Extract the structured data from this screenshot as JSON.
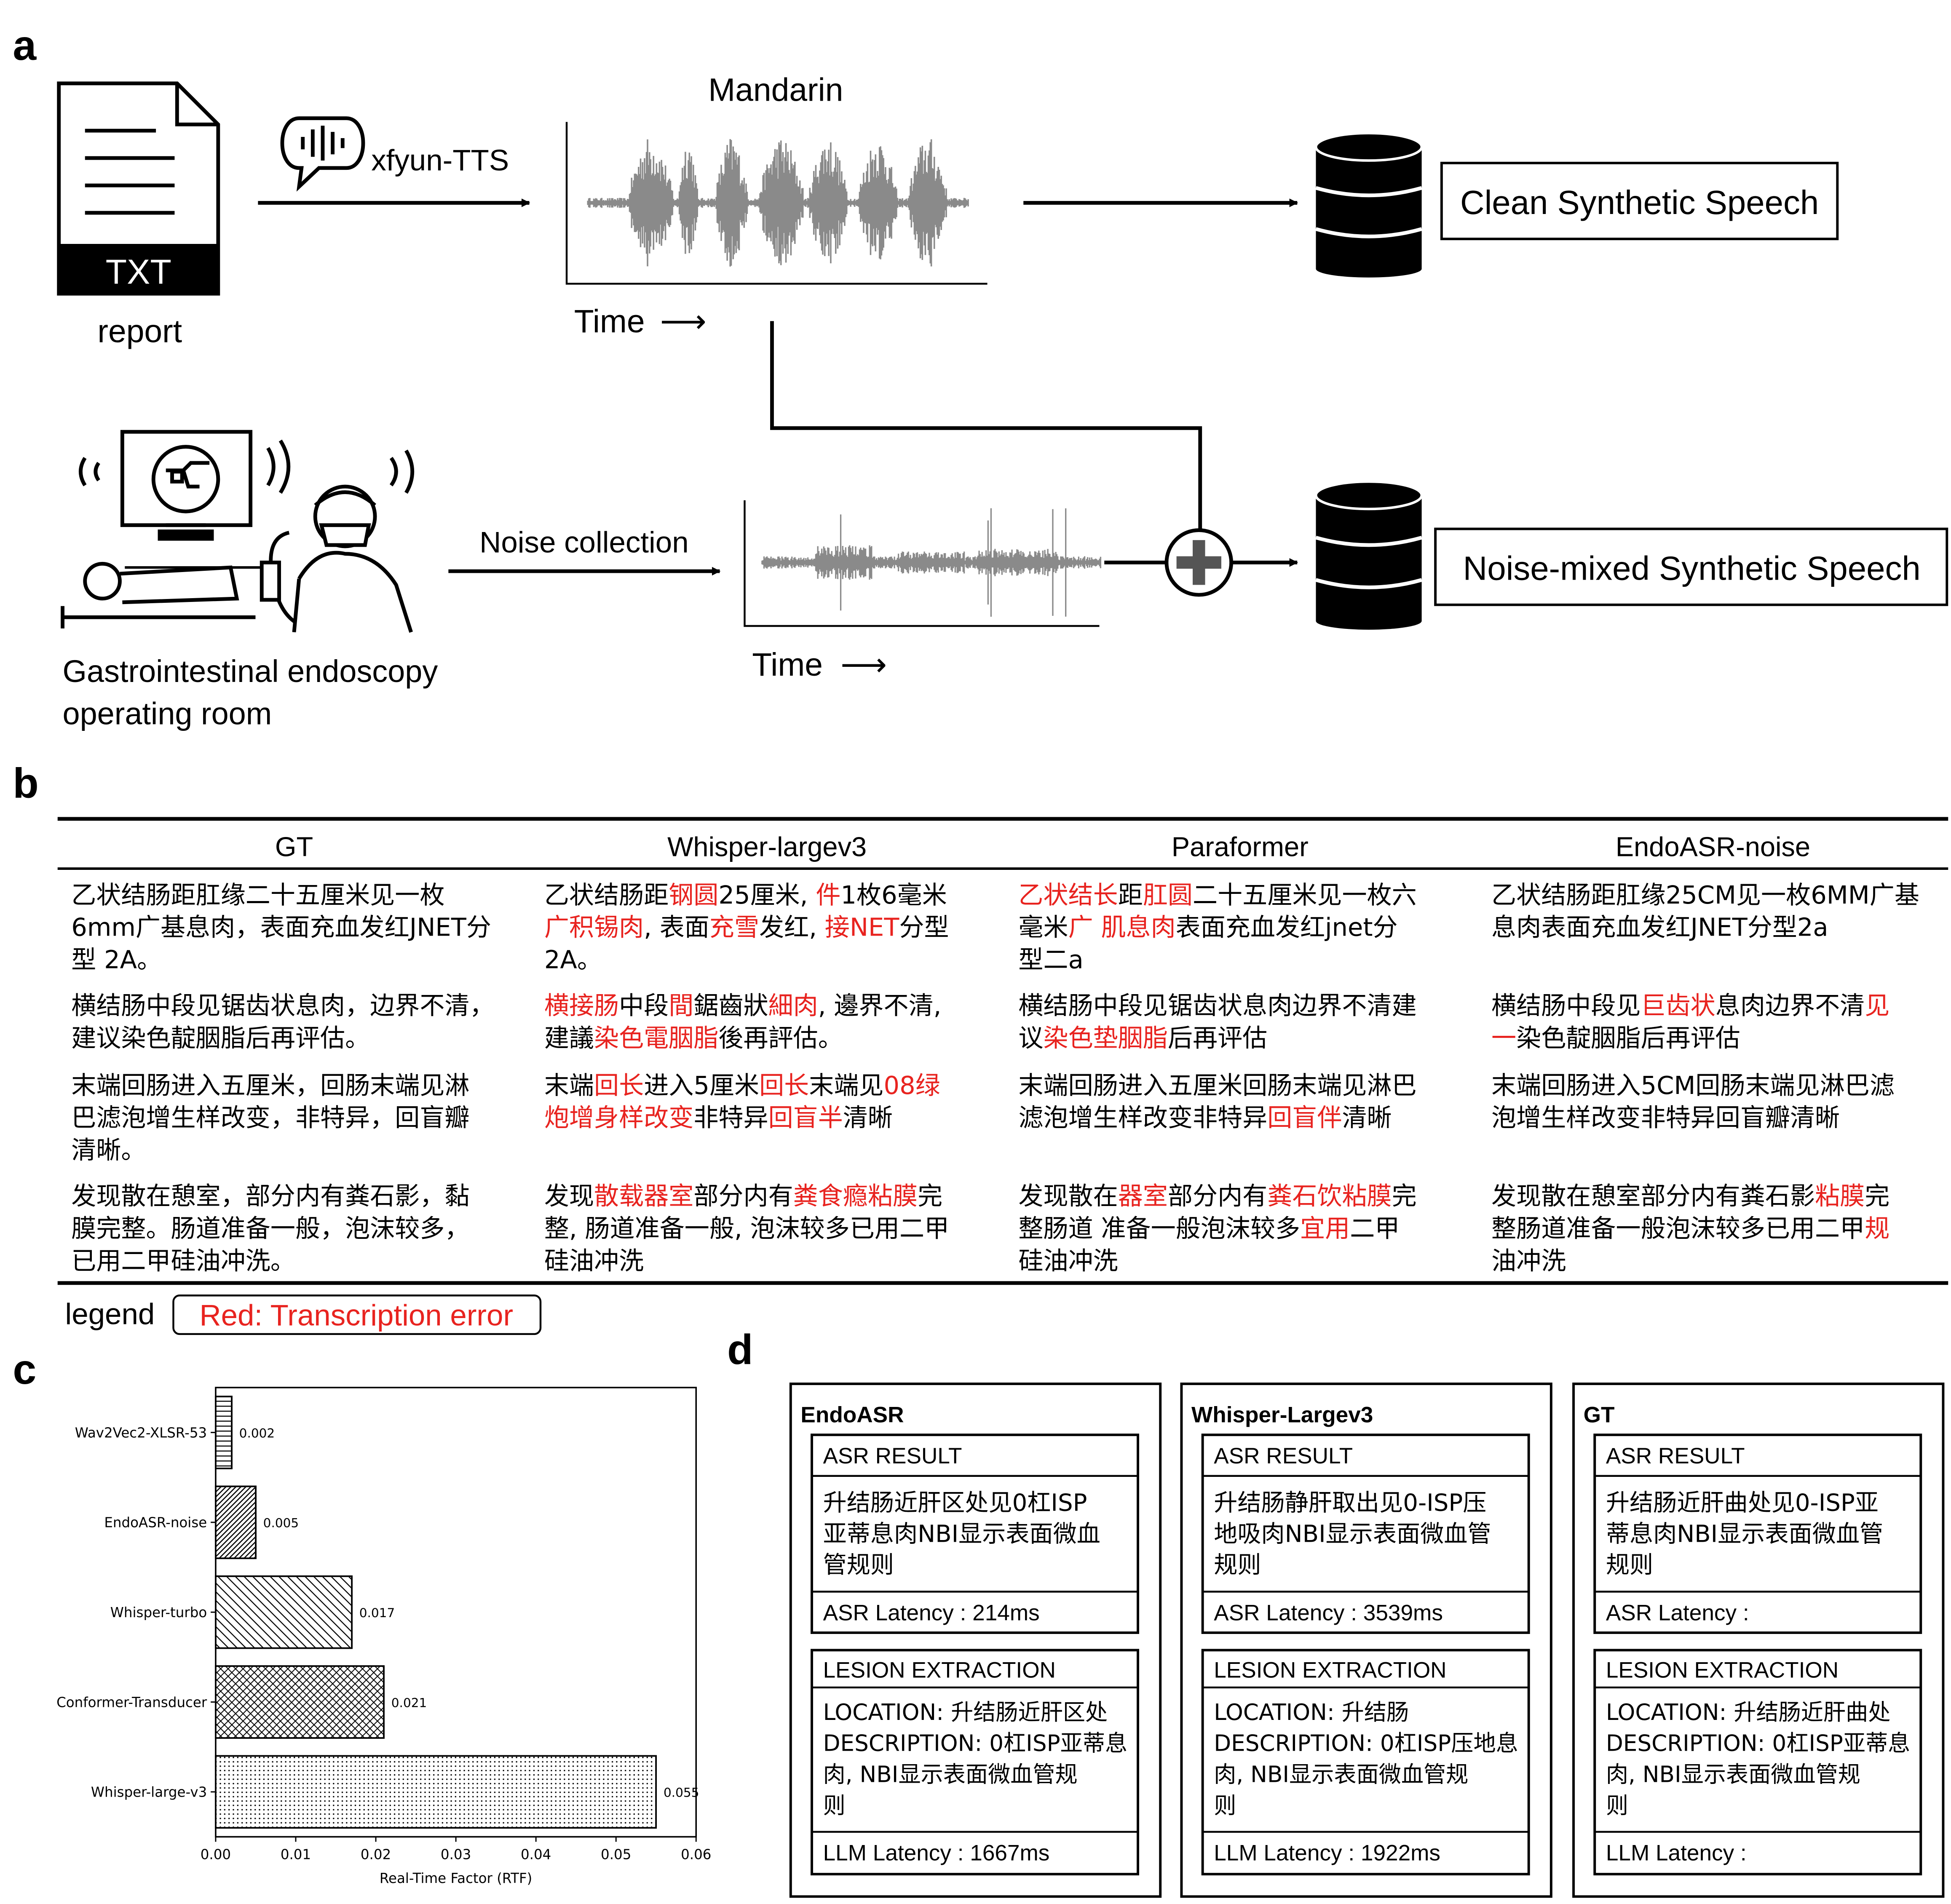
{
  "panel_letters": {
    "a": "a",
    "b": "b",
    "c": "c",
    "d": "d"
  },
  "panel_a": {
    "txt_label": "TXT",
    "report_label": "report",
    "tts_label": "xfyun-TTS",
    "mandarin_label": "Mandarin",
    "time_label": "Time",
    "time_arrow": "⟶",
    "clean_box": "Clean Synthetic Speech",
    "noise_collection": "Noise collection",
    "room_caption": [
      "Gastrointestinal endoscopy",
      "operating room"
    ],
    "noisy_box": "Noise-mixed Synthetic Speech"
  },
  "panel_b": {
    "headers": [
      "GT",
      "Whisper-largev3",
      "Paraformer",
      "EndoASR-noise"
    ],
    "error_color": "#e8231f",
    "rows": [
      [
        [
          [
            [
              "乙状结肠距肛缘二十五厘米见一枚",
              0
            ]
          ],
          [
            [
              "6mm广基息肉，表面充血发红JNET分",
              0
            ]
          ],
          [
            [
              "型 2A。",
              0
            ]
          ]
        ],
        [
          [
            [
              "乙状结肠距",
              0
            ],
            [
              "钢圆",
              1
            ],
            [
              "25厘米, ",
              0
            ],
            [
              "件",
              1
            ],
            [
              "1枚6毫米",
              0
            ]
          ],
          [
            [
              "广积锡肉",
              1
            ],
            [
              ", 表面",
              0
            ],
            [
              "充雪",
              1
            ],
            [
              "发红, ",
              0
            ],
            [
              "接NET",
              1
            ],
            [
              "分型",
              0
            ]
          ],
          [
            [
              "2A。",
              0
            ]
          ]
        ],
        [
          [
            [
              "乙状结长",
              1
            ],
            [
              "距",
              0
            ],
            [
              "肛圆",
              1
            ],
            [
              "二十五厘米见一枚六",
              0
            ]
          ],
          [
            [
              "毫米",
              0
            ],
            [
              "广 肌息肉",
              1
            ],
            [
              "表面充血发红jnet分",
              0
            ]
          ],
          [
            [
              "型二a",
              0
            ]
          ]
        ],
        [
          [
            [
              "乙状结肠距肛缘25CM见一枚6MM广基",
              0
            ]
          ],
          [
            [
              "息肉表面充血发红JNET分型2a",
              0
            ]
          ]
        ]
      ],
      [
        [
          [
            [
              "横结肠中段见锯齿状息肉，边界不清，",
              0
            ]
          ],
          [
            [
              "建议染色靛胭脂后再评估。",
              0
            ]
          ]
        ],
        [
          [
            [
              "横接肠",
              1
            ],
            [
              "中段",
              0
            ],
            [
              "間",
              1
            ],
            [
              "鋸齒狀",
              0
            ],
            [
              "細肉",
              1
            ],
            [
              ", 邊界不清,",
              0
            ]
          ],
          [
            [
              "建議",
              0
            ],
            [
              "染色電胭脂",
              1
            ],
            [
              "後再評估。",
              0
            ]
          ]
        ],
        [
          [
            [
              "横结肠中段见锯齿状息肉边界不清建",
              0
            ]
          ],
          [
            [
              "议",
              0
            ],
            [
              "染色垫胭脂",
              1
            ],
            [
              "后再评估",
              0
            ]
          ]
        ],
        [
          [
            [
              "横结肠中段见",
              0
            ],
            [
              "巨齿状",
              1
            ],
            [
              "息肉边界不清",
              0
            ],
            [
              "见",
              1
            ]
          ],
          [
            [
              "一",
              1
            ],
            [
              "染色靛胭脂后再评估",
              0
            ]
          ]
        ]
      ],
      [
        [
          [
            [
              "末端回肠进入五厘米，回肠末端见淋",
              0
            ]
          ],
          [
            [
              "巴滤泡增生样改变，非特异，回盲瓣",
              0
            ]
          ],
          [
            [
              "清晰。",
              0
            ]
          ]
        ],
        [
          [
            [
              "末端",
              0
            ],
            [
              "回长",
              1
            ],
            [
              "进入5厘米",
              0
            ],
            [
              "回长",
              1
            ],
            [
              "末端见",
              0
            ],
            [
              "08绿",
              1
            ]
          ],
          [
            [
              "炮增身样改变",
              1
            ],
            [
              "非特异",
              0
            ],
            [
              "回盲半",
              1
            ],
            [
              "清晰",
              0
            ]
          ]
        ],
        [
          [
            [
              "末端回肠进入五厘米回肠末端见淋巴",
              0
            ]
          ],
          [
            [
              "滤泡增生样改变非特异",
              0
            ],
            [
              "回盲伴",
              1
            ],
            [
              "清晰",
              0
            ]
          ]
        ],
        [
          [
            [
              "末端回肠进入5CM回肠末端见淋巴滤",
              0
            ]
          ],
          [
            [
              "泡增生样改变非特异回盲瓣清晰",
              0
            ]
          ]
        ]
      ],
      [
        [
          [
            [
              "发现散在憩室，部分内有粪石影，黏",
              0
            ]
          ],
          [
            [
              "膜完整。肠道准备一般，泡沫较多，",
              0
            ]
          ],
          [
            [
              "已用二甲硅油冲洗。",
              0
            ]
          ]
        ],
        [
          [
            [
              "发现",
              0
            ],
            [
              "散载器室",
              1
            ],
            [
              "部分内有",
              0
            ],
            [
              "粪食瘾粘膜",
              1
            ],
            [
              "完",
              0
            ]
          ],
          [
            [
              "整, 肠道准备一般, 泡沫较多已用二甲",
              0
            ]
          ],
          [
            [
              "硅油冲洗",
              0
            ]
          ]
        ],
        [
          [
            [
              "发现散在",
              0
            ],
            [
              "器室",
              1
            ],
            [
              "部分内有",
              0
            ],
            [
              "粪石饮粘膜",
              1
            ],
            [
              "完",
              0
            ]
          ],
          [
            [
              "整肠道  准备一般泡沫较多",
              0
            ],
            [
              "宜用",
              1
            ],
            [
              "二甲",
              0
            ]
          ],
          [
            [
              "硅油冲洗",
              0
            ]
          ]
        ],
        [
          [
            [
              "发现散在憩室部分内有粪石影",
              0
            ],
            [
              "粘膜",
              1
            ],
            [
              "完",
              0
            ]
          ],
          [
            [
              "整肠道准备一般泡沫较多已用二甲",
              0
            ],
            [
              "规",
              1
            ]
          ],
          [
            [
              "油冲洗",
              0
            ]
          ]
        ]
      ]
    ],
    "legend_label": "legend",
    "legend_text": "Red: Transcription error"
  },
  "chart_data": {
    "type": "bar",
    "orientation": "horizontal",
    "categories": [
      "Wav2Vec2-XLSR-53",
      "EndoASR-noise",
      "Whisper-turbo",
      "Conformer-Transducer",
      "Whisper-large-v3"
    ],
    "values": [
      0.002,
      0.005,
      0.017,
      0.021,
      0.055
    ],
    "value_labels": [
      "0.002",
      "0.005",
      "0.017",
      "0.021",
      "0.055"
    ],
    "patterns": [
      "hlines",
      "diag-dense",
      "diag",
      "cross",
      "dots"
    ],
    "xlabel": "Real-Time Factor (RTF)",
    "ylabel": "",
    "title": "",
    "xlim": [
      0.0,
      0.06
    ],
    "xticks": [
      "0.00",
      "0.01",
      "0.02",
      "0.03",
      "0.04",
      "0.05",
      "0.06"
    ],
    "grid": false,
    "legend": "none"
  },
  "panel_d": {
    "cards": [
      {
        "title": "EndoASR",
        "asr_header": "ASR RESULT",
        "asr_lines": [
          "升结肠近肝区处见0杠ISP",
          "亚蒂息肉NBI显示表面微血",
          "管规则"
        ],
        "asr_latency": "ASR Latency : 214ms",
        "lesion_header": "LESION EXTRACTION",
        "lesion_lines": [
          "LOCATION: 升结肠近肝区处",
          "DESCRIPTION: 0杠ISP亚蒂息",
          "肉, NBI显示表面微血管规",
          "则"
        ],
        "llm_latency": "LLM Latency : 1667ms"
      },
      {
        "title": "Whisper-Largev3",
        "asr_header": "ASR RESULT",
        "asr_lines": [
          "升结肠静肝取出见0-ISP压",
          "地吸肉NBI显示表面微血管",
          "规则"
        ],
        "asr_latency": "ASR Latency : 3539ms",
        "lesion_header": "LESION EXTRACTION",
        "lesion_lines": [
          "LOCATION: 升结肠",
          "DESCRIPTION: 0杠ISP压地息",
          "肉, NBI显示表面微血管规",
          "则"
        ],
        "llm_latency": "LLM Latency : 1922ms"
      },
      {
        "title": "GT",
        "asr_header": "ASR RESULT",
        "asr_lines": [
          "升结肠近肝曲处见0-ISP亚",
          "蒂息肉NBI显示表面微血管",
          "规则"
        ],
        "asr_latency": "ASR Latency :",
        "lesion_header": "LESION EXTRACTION",
        "lesion_lines": [
          "LOCATION: 升结肠近肝曲处",
          "DESCRIPTION: 0杠ISP亚蒂息",
          "肉, NBI显示表面微血管规",
          "则"
        ],
        "llm_latency": "LLM Latency :"
      }
    ]
  }
}
